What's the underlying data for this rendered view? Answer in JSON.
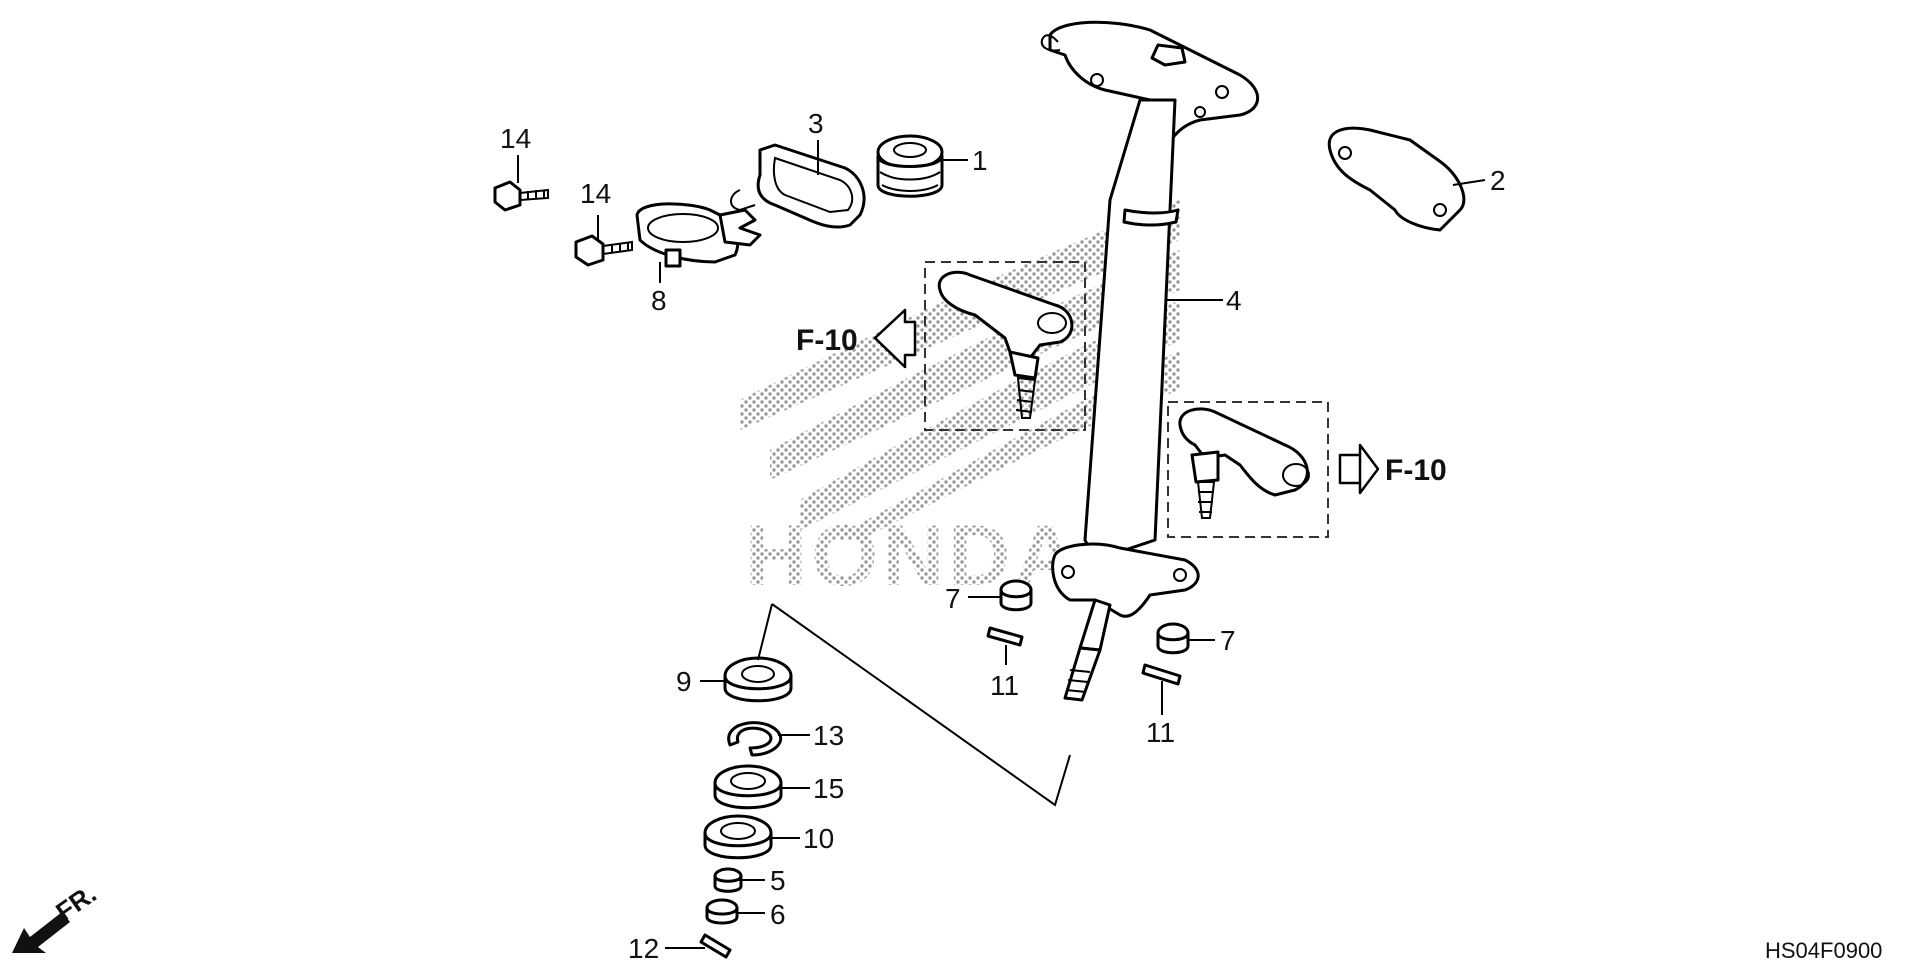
{
  "diagram": {
    "callouts": {
      "c1": "1",
      "c2": "2",
      "c3": "3",
      "c4": "4",
      "c5": "5",
      "c6": "6",
      "c7a": "7",
      "c7b": "7",
      "c8": "8",
      "c9": "9",
      "c10": "10",
      "c11a": "11",
      "c11b": "11",
      "c12": "12",
      "c13": "13",
      "c14a": "14",
      "c14b": "14",
      "c15": "15"
    },
    "references": {
      "left": "F-10",
      "right": "F-10"
    },
    "direction_label": "FR.",
    "diagram_code": "HS04F0900",
    "watermark": "HONDA",
    "colors": {
      "line": "#000000",
      "watermark": "#b0b0b0",
      "background": "#ffffff"
    },
    "icons": {
      "direction": "front-arrow-icon",
      "reference": "hollow-arrow-icon"
    }
  }
}
